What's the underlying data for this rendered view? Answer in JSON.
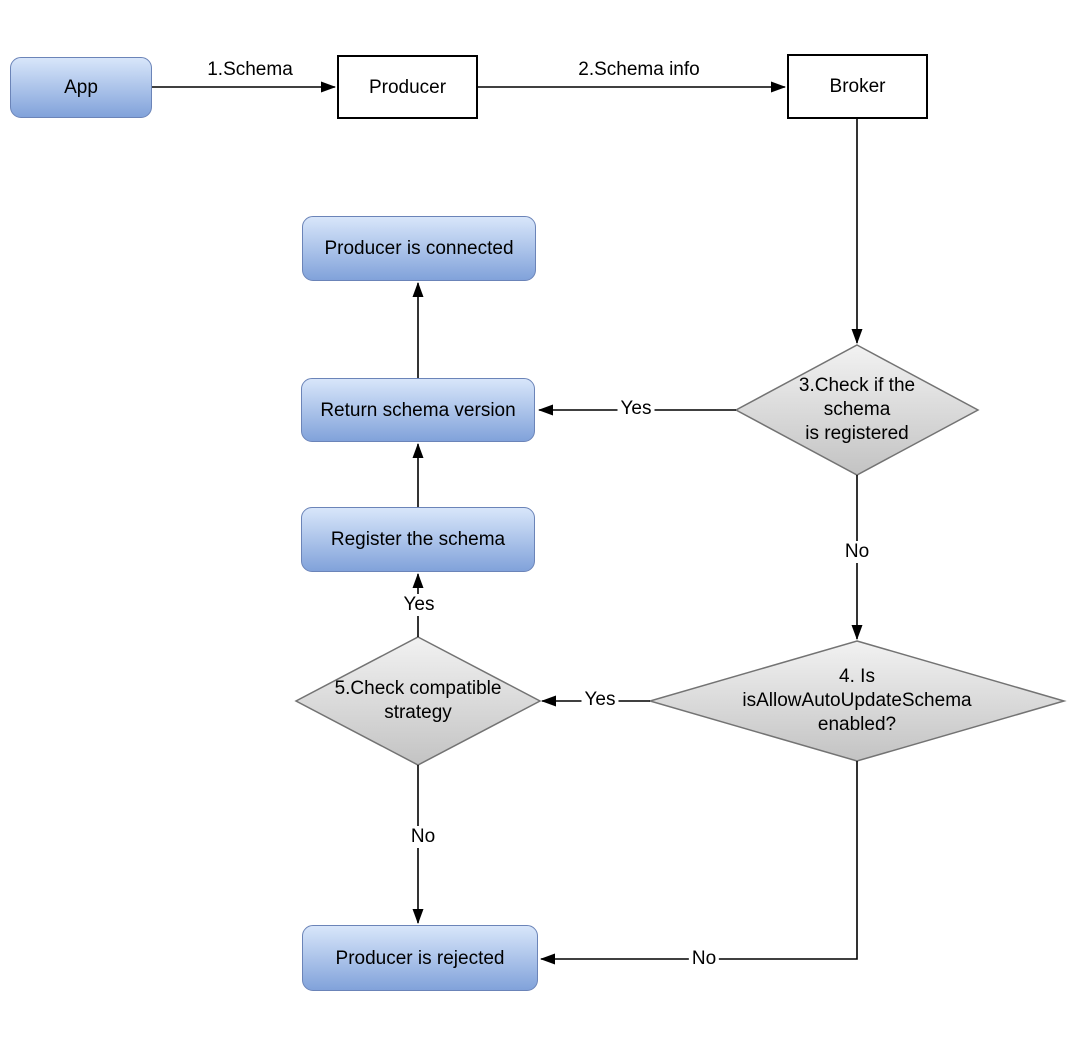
{
  "colors": {
    "background": "#ffffff",
    "text": "#000000",
    "line": "#000000",
    "node_fill_top": "#d8e6fa",
    "node_fill_bottom": "#81a2da",
    "node_border": "#6b84b8",
    "process_fill": "#ffffff",
    "process_border": "#000000",
    "decision_fill_top": "#f2f2f2",
    "decision_fill_bottom": "#c3c3c3",
    "decision_border": "#737373"
  },
  "nodes": {
    "app": "App",
    "producer": "Producer",
    "broker": "Broker",
    "producer_connected": "Producer is connected",
    "return_schema_version": "Return schema version",
    "register_schema": "Register the schema",
    "producer_rejected": "Producer is rejected"
  },
  "decisions": {
    "check_registered": "3.Check if the\nschema\nis registered",
    "auto_update": "4. Is\nisAllowAutoUpdateSchema\nenabled?",
    "compatible_strategy": "5.Check compatible\nstrategy"
  },
  "edge_labels": {
    "schema": "1.Schema",
    "schema_info": "2.Schema info",
    "yes_registered": "Yes",
    "no_registered": "No",
    "yes_auto_update": "Yes",
    "yes_compatible": "Yes",
    "no_compatible": "No",
    "no_auto_update": "No"
  }
}
